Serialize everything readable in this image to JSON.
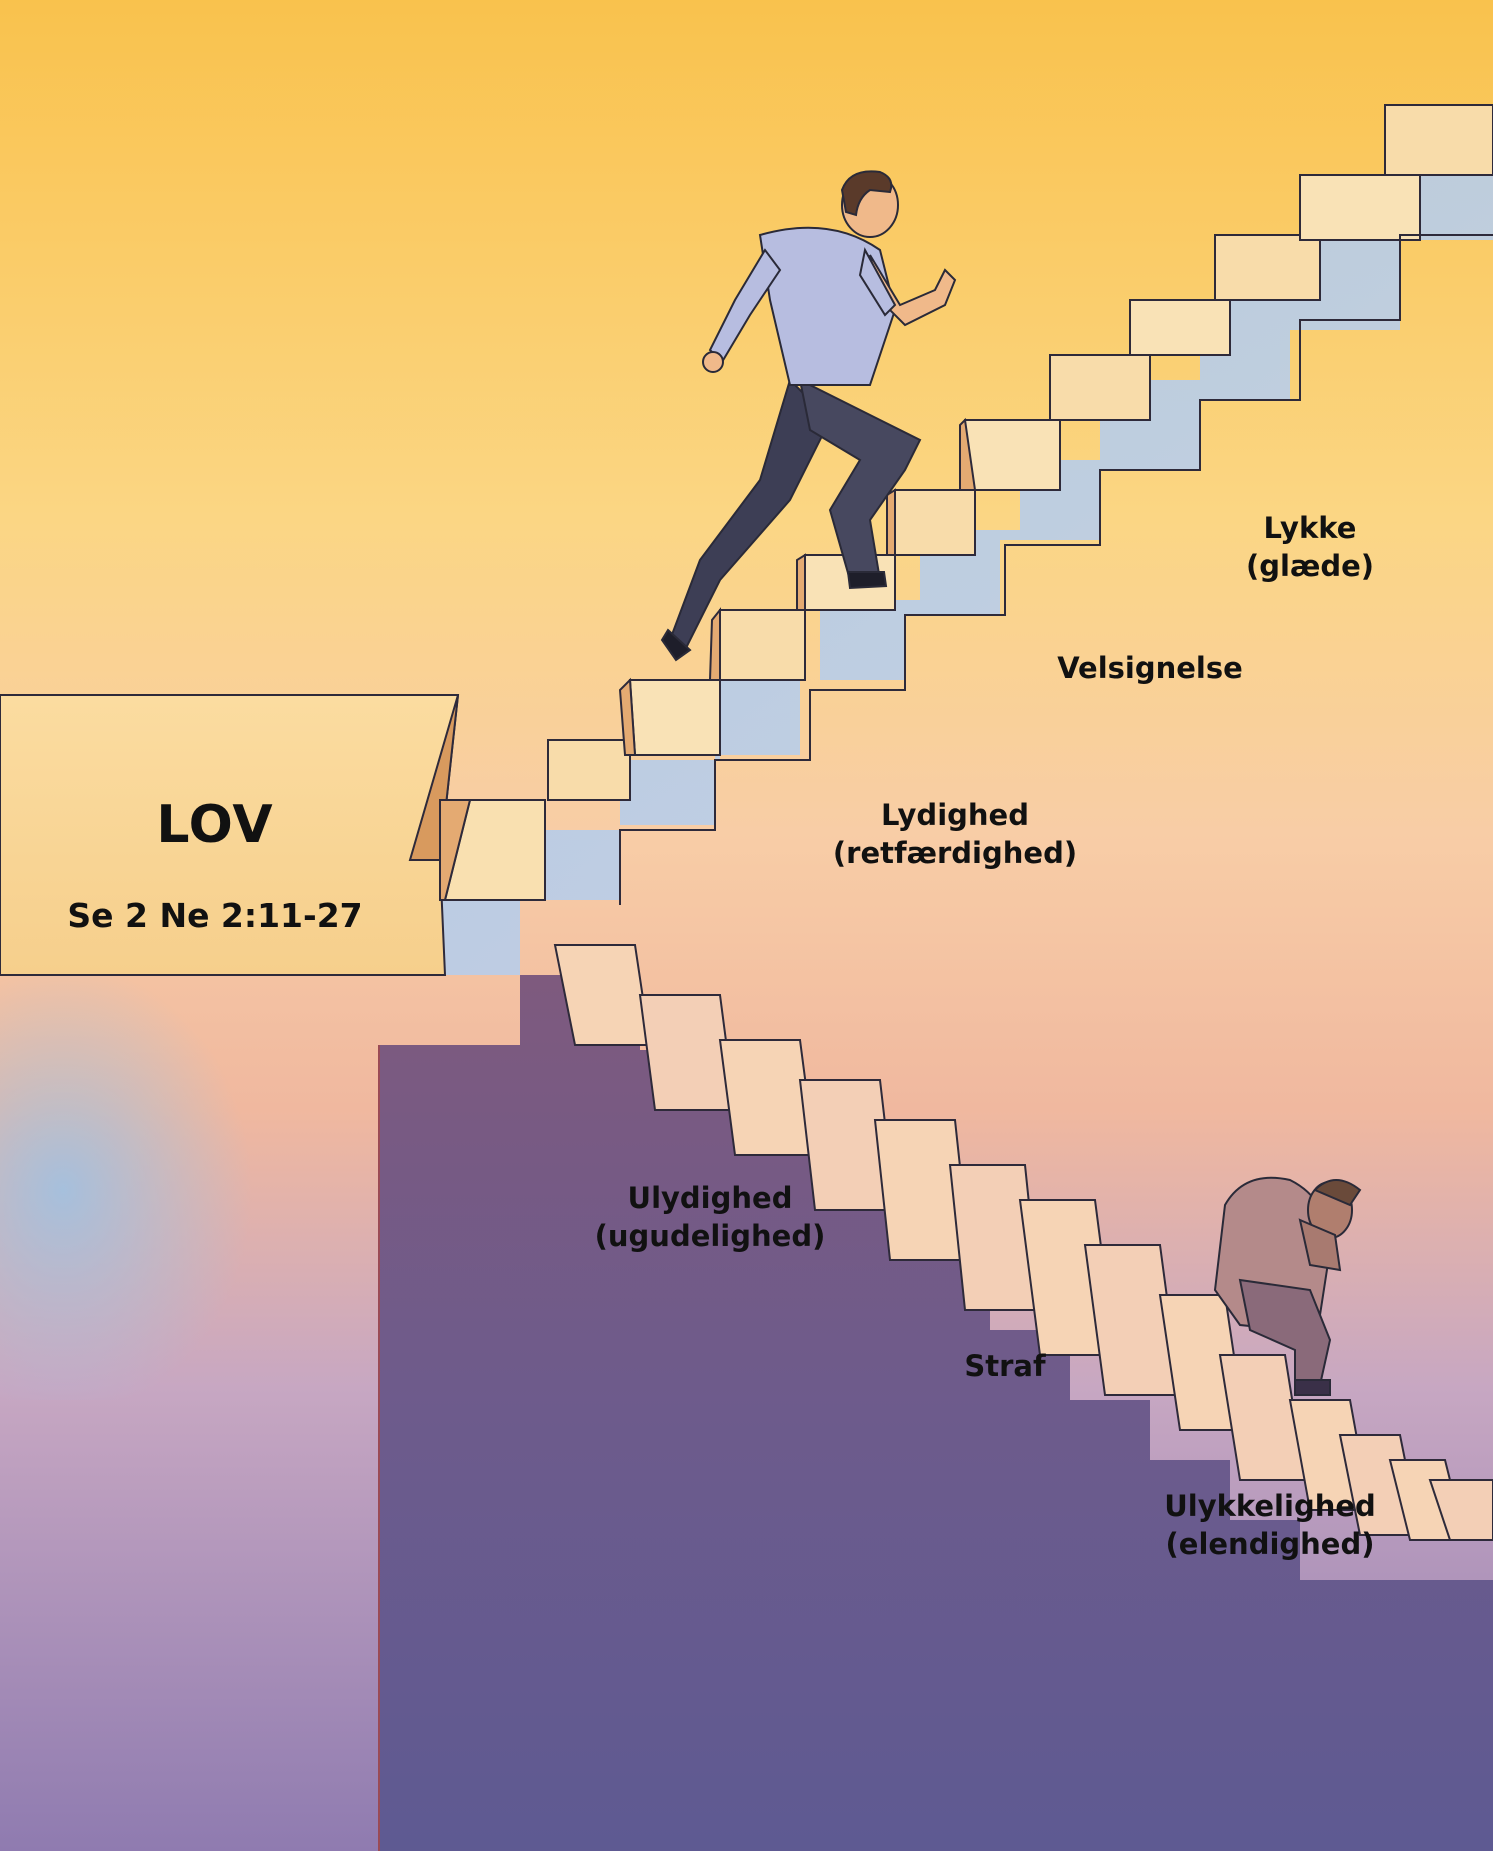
{
  "lov": {
    "title": "LOV",
    "reference": "Se 2 Ne 2:11-27"
  },
  "labels": {
    "lykke": {
      "line1": "Lykke",
      "line2": "(glæde)"
    },
    "velsignelse": {
      "line1": "Velsignelse"
    },
    "lydighed": {
      "line1": "Lydighed",
      "line2": "(retfærdighed)"
    },
    "ulydighed": {
      "line1": "Ulydighed",
      "line2": "(ugudelighed)"
    },
    "straf": {
      "line1": "Straf"
    },
    "ulykkelighed": {
      "line1": "Ulykkelighed",
      "line2": "(elendighed)"
    }
  },
  "colors": {
    "sky_top": "#f9c24d",
    "sky_mid": "#f7d9a8",
    "sky_bottom": "#a3b9dc",
    "pit": "#6e5a8a",
    "pit_edge": "#9b4a52",
    "stair_face": "#f8ddaa",
    "stair_riser": "#e9b878",
    "stair_line": "#2e2a3a",
    "shirt": "#b7bde0",
    "trousers": "#3d3e55"
  }
}
